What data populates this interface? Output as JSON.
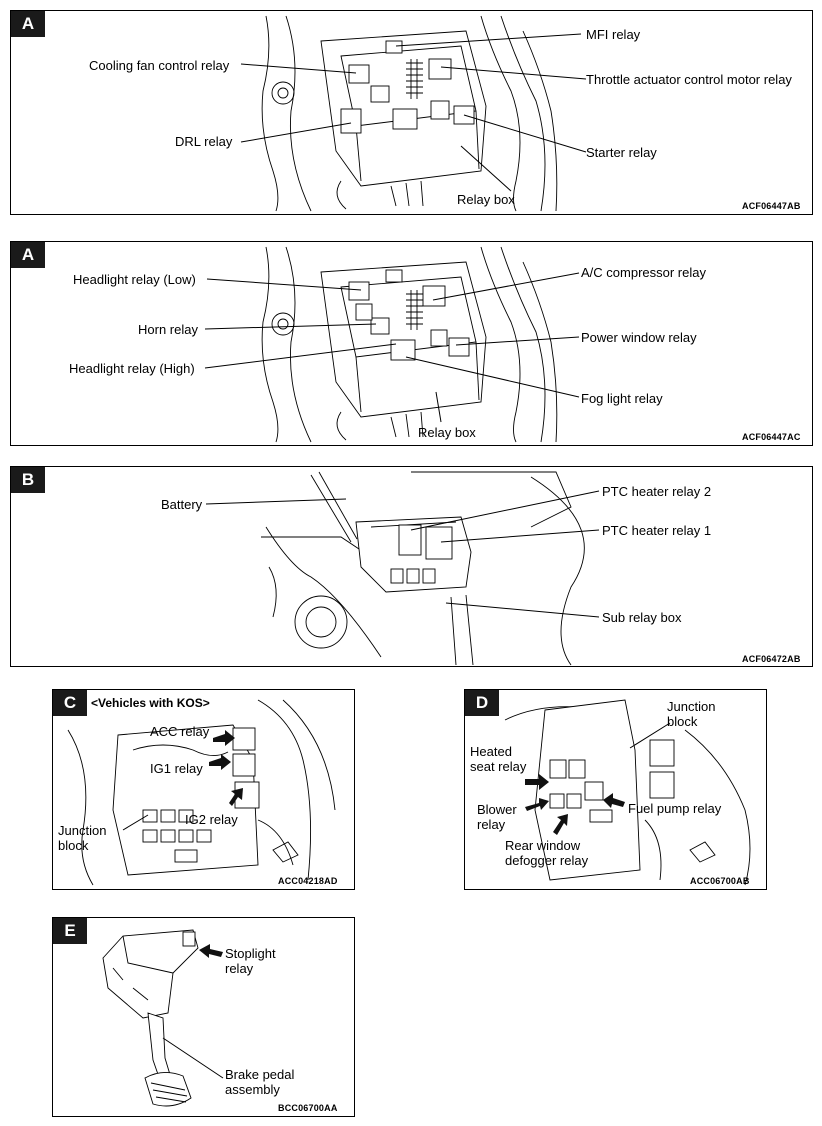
{
  "panel_a1": {
    "badge": "A",
    "labels": {
      "mfi": "MFI relay",
      "cooling_fan": "Cooling fan control relay",
      "throttle": "Throttle actuator control motor relay",
      "drl": "DRL relay",
      "starter": "Starter relay",
      "relay_box": "Relay box"
    },
    "code": "ACF06447AB"
  },
  "panel_a2": {
    "badge": "A",
    "labels": {
      "headlight_low": "Headlight relay (Low)",
      "ac_compressor": "A/C compressor relay",
      "horn": "Horn relay",
      "power_window": "Power window relay",
      "headlight_high": "Headlight relay (High)",
      "fog_light": "Fog light relay",
      "relay_box": "Relay box"
    },
    "code": "ACF06447AC"
  },
  "panel_b": {
    "badge": "B",
    "labels": {
      "battery": "Battery",
      "ptc2": "PTC heater relay 2",
      "ptc1": "PTC heater relay 1",
      "sub_relay_box": "Sub relay box"
    },
    "code": "ACF06472AB"
  },
  "panel_c": {
    "badge": "C",
    "subtitle": "<Vehicles with KOS>",
    "labels": {
      "acc": "ACC relay",
      "ig1": "IG1 relay",
      "ig2": "IG2 relay",
      "junction": "Junction block"
    },
    "code": "ACC04218AD"
  },
  "panel_d": {
    "badge": "D",
    "labels": {
      "junction": "Junction block",
      "heated_seat": "Heated seat relay",
      "blower": "Blower relay",
      "fuel_pump": "Fuel pump relay",
      "rear_defogger": "Rear window defogger relay"
    },
    "code": "ACC06700AB"
  },
  "panel_e": {
    "badge": "E",
    "labels": {
      "stoplight": "Stoplight relay",
      "brake_pedal": "Brake pedal assembly"
    },
    "code": "BCC06700AA"
  }
}
